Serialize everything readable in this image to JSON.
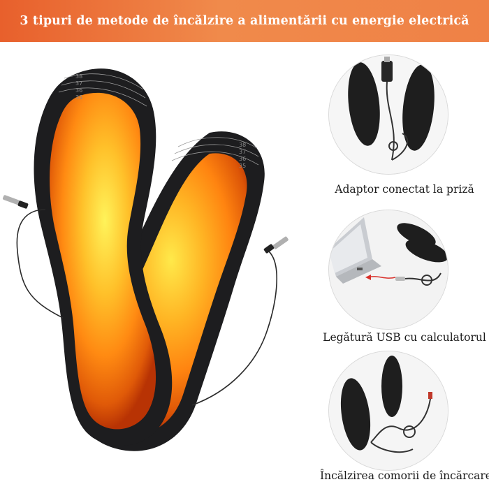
{
  "banner": {
    "title": "3 tipuri de metode de încălzire a alimentării cu energie electrică"
  },
  "insole_size_labels": {
    "left": [
      "38",
      "37",
      "36",
      "35"
    ],
    "right": [
      "38",
      "37",
      "36",
      "35"
    ]
  },
  "methods": [
    {
      "caption": "Adaptor conectat la priză",
      "icon": "adapter-icon"
    },
    {
      "caption": "Legătură USB cu calculatorul",
      "icon": "usb-laptop-icon"
    },
    {
      "caption": "Încălzirea comorii de încărcare",
      "icon": "power-bank-icon"
    }
  ],
  "colors": {
    "banner": "#ee7440",
    "heat_center": "#fff35a",
    "heat_mid": "#ff9a1a",
    "heat_edge": "#c23a05",
    "insole_dark": "#1d1d1f"
  }
}
